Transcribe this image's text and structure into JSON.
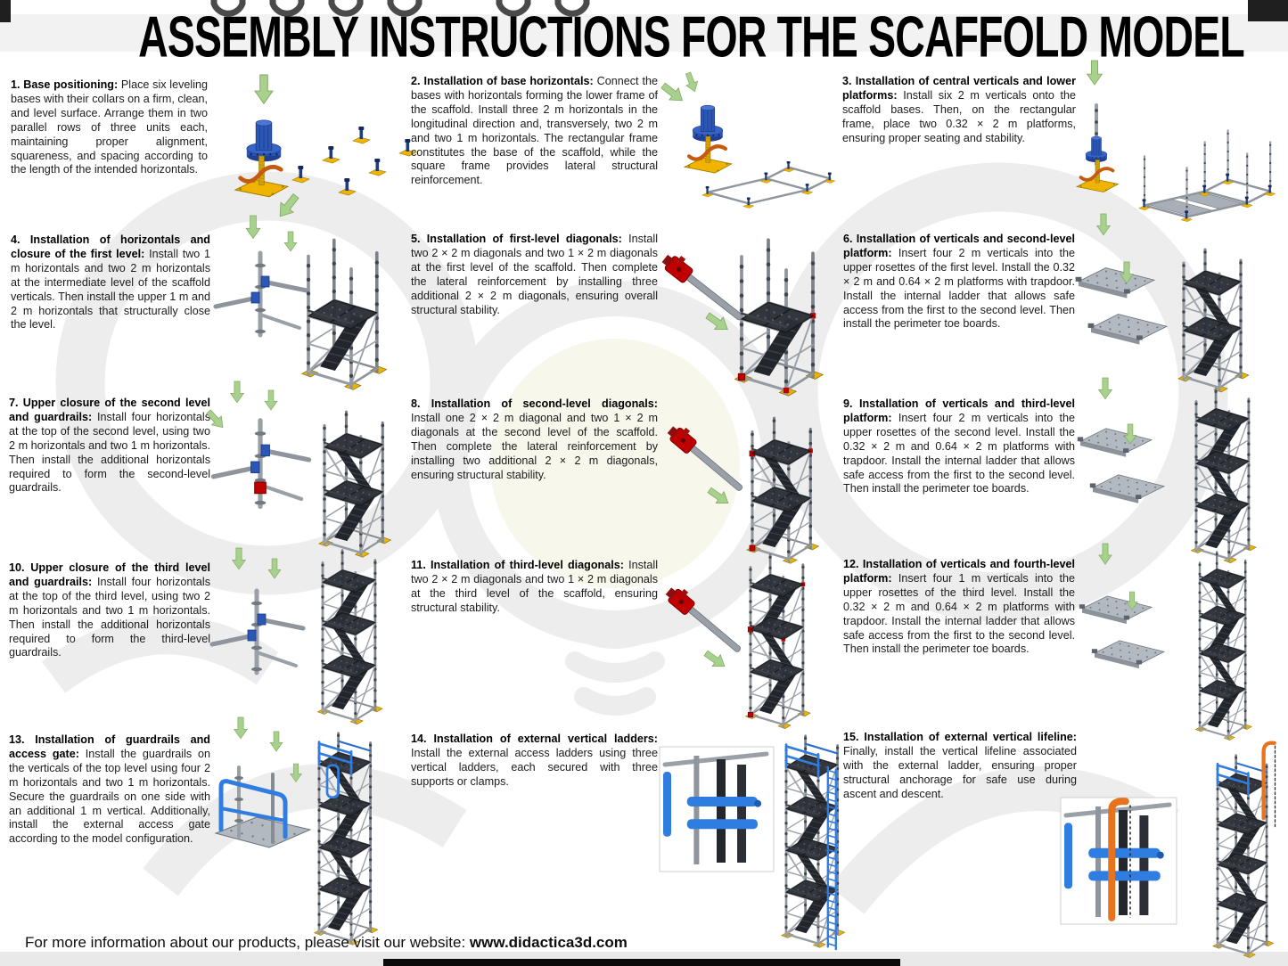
{
  "title": "ASSEMBLY INSTRUCTIONS FOR THE SCAFFOLD MODEL",
  "footer": {
    "text": "For more information about our products, please visit our website: ",
    "website": "www.didactica3d.com"
  },
  "colors": {
    "arrow_green": "#a9d18e",
    "part_blue": "#2b57b8",
    "bright_blue": "#2f7de0",
    "base_yellow": "#f0b400",
    "handle_orange": "#c55a11",
    "coupler_red": "#c00000",
    "lifeline_orange": "#e8731e",
    "tube_gray": "#8f959d",
    "platform_dark": "#2b2f36"
  },
  "steps": [
    {
      "id": "1",
      "heading": "1. Base positioning:",
      "body": "Place six leveling bases with their collars on a firm, clean, and level surface. Arrange them in two parallel rows of three units each, maintaining proper alignment, squareness, and spacing according to the length of the intended horizontals.",
      "illustration": "leveling-base-and-bases-layout"
    },
    {
      "id": "2",
      "heading": "2. Installation of base horizontals:",
      "body": "Connect the bases with horizontals forming the lower frame of the scaffold. Install three 2 m horizontals in the longitudinal direction and, transversely, two 2 m and two 1 m horizontals. The rectangular frame constitutes the base of the scaffold, while the square frame provides lateral structural reinforcement.",
      "illustration": "base-horizontals-frame"
    },
    {
      "id": "3",
      "heading": "3. Installation of central verticals and lower platforms:",
      "body": "Install six 2 m verticals onto the scaffold bases. Then, on the rectangular frame, place two 0.32 × 2 m platforms, ensuring proper seating and stability.",
      "illustration": "central-verticals-lower-platforms"
    },
    {
      "id": "4",
      "heading": "4. Installation of horizontals and closure of the first level:",
      "body": "Install two 1 m horizontals and two 2 m horizontals at the intermediate level of the scaffold verticals. Then install the upper 1 m and 2 m horizontals that structurally close the level.",
      "illustration": "first-level-closure"
    },
    {
      "id": "5",
      "heading": "5. Installation of first-level diagonals:",
      "body": "Install two 2 × 2 m diagonals and two 1 × 2 m diagonals at the first level of the scaffold. Then complete the lateral reinforcement by installing three additional 2 × 2 m diagonals, ensuring overall structural stability.",
      "illustration": "first-level-diagonals"
    },
    {
      "id": "6",
      "heading": "6. Installation of verticals and second-level platform:",
      "body": "Insert four 2 m verticals into the upper rosettes of the first level. Install the 0.32 × 2 m and 0.64 × 2 m platforms with trapdoor. Install the internal ladder that allows safe access from the first to the second level. Then install the perimeter toe boards.",
      "illustration": "second-level-platform"
    },
    {
      "id": "7",
      "heading": "7. Upper closure of the second level and guardrails:",
      "body": "Install four horizontals at the top of the second level, using two 2 m horizontals and two 1 m horizontals. Then install the additional horizontals required to form the second-level guardrails.",
      "illustration": "second-level-closure-guardrails"
    },
    {
      "id": "8",
      "heading": "8. Installation of second-level diagonals:",
      "body": "Install one 2 × 2 m diagonal and two 1 × 2 m diagonals at the second level of the scaffold. Then complete the lateral reinforcement by installing two additional 2 × 2 m diagonals, ensuring structural stability.",
      "illustration": "second-level-diagonals"
    },
    {
      "id": "9",
      "heading": "9. Installation of verticals and third-level platform:",
      "body": "Insert four 2 m verticals into the upper rosettes of the second level. Install the 0.32 × 2 m and 0.64 × 2 m platforms with trapdoor. Install the internal ladder that allows safe access from the first to the second level. Then install the perimeter toe boards.",
      "illustration": "third-level-platform"
    },
    {
      "id": "10",
      "heading": "10. Upper closure of the third level and guardrails:",
      "body": "Install four horizontals at the top of the third level, using two 2 m horizontals and two 1 m horizontals. Then install the additional horizontals required to form the third-level guardrails.",
      "illustration": "third-level-closure-guardrails"
    },
    {
      "id": "11",
      "heading": "11. Installation of third-level diagonals:",
      "body": "Install two 2 × 2 m diagonals and two 1 × 2 m diagonals at the third level of the scaffold, ensuring structural stability.",
      "illustration": "third-level-diagonals"
    },
    {
      "id": "12",
      "heading": "12. Installation of verticals and fourth-level platform:",
      "body": "Insert four 1 m verticals into the upper rosettes of the third level. Install the 0.32 × 2 m and 0.64 × 2 m platforms with trapdoor. Install the internal ladder that allows safe access from the first to the second level. Then install the perimeter toe boards.",
      "illustration": "fourth-level-platform"
    },
    {
      "id": "13",
      "heading": "13. Installation of guardrails and access gate:",
      "body": "Install the guardrails on the verticals of the top level using four 2 m horizontals and two 1 m horizontals. Secure the guardrails on one side with an additional 1 m vertical. Additionally, install the external access gate according to the model configuration.",
      "illustration": "guardrails-access-gate"
    },
    {
      "id": "14",
      "heading": "14. Installation of external vertical ladders:",
      "body": "Install the external access ladders using three vertical ladders, each secured with three supports or clamps.",
      "illustration": "external-ladders"
    },
    {
      "id": "15",
      "heading": "15. Installation of external vertical lifeline:",
      "body": "Finally, install the vertical lifeline associated with the external ladder, ensuring proper structural anchorage for safe use during ascent and descent.",
      "illustration": "external-lifeline"
    }
  ]
}
